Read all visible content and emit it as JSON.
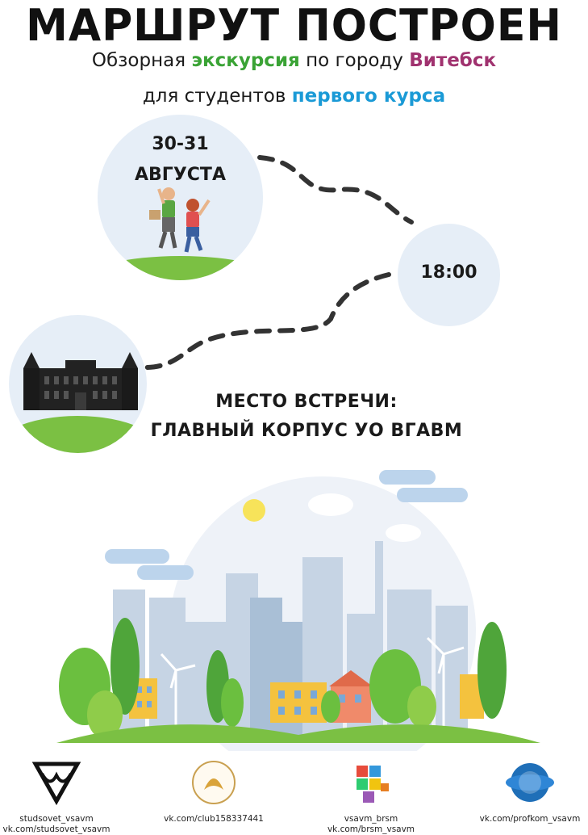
{
  "header": {
    "title": "МАРШРУТ ПОСТРОЕН",
    "line1": {
      "part1": "Обзорная ",
      "part2": "экскурсия",
      "part3": " по городу ",
      "part4": "Витебск"
    },
    "line2": {
      "part1": "для студентов ",
      "part2": "первого курса"
    }
  },
  "route": {
    "date_line1": "30-31",
    "date_line2": "АВГУСТА",
    "time": "18:00",
    "place_line1": "МЕСТО ВСТРЕЧИ:",
    "place_line2": "ГЛАВНЫЙ КОРПУС УО ВГАВМ"
  },
  "footer": {
    "items": [
      {
        "icon": "studsovet-logo-icon",
        "line1": "studsovet_vsavm",
        "line2": "vk.com/studsovet_vsavm"
      },
      {
        "icon": "club-phoenix-logo-icon",
        "line1": "vk.com/club158337441",
        "line2": ""
      },
      {
        "icon": "brsm-logo-icon",
        "line1": "vsavm_brsm",
        "line2": "vk.com/brsm_vsavm"
      },
      {
        "icon": "profsoyuz-logo-icon",
        "line1": "vk.com/profkom_vsavm",
        "line2": ""
      }
    ]
  },
  "colors": {
    "accent_green": "#3aa335",
    "accent_magenta": "#a0326f",
    "accent_blue": "#1a9ad6",
    "circle_bg": "#e6eef7",
    "grass": "#7bc043"
  }
}
